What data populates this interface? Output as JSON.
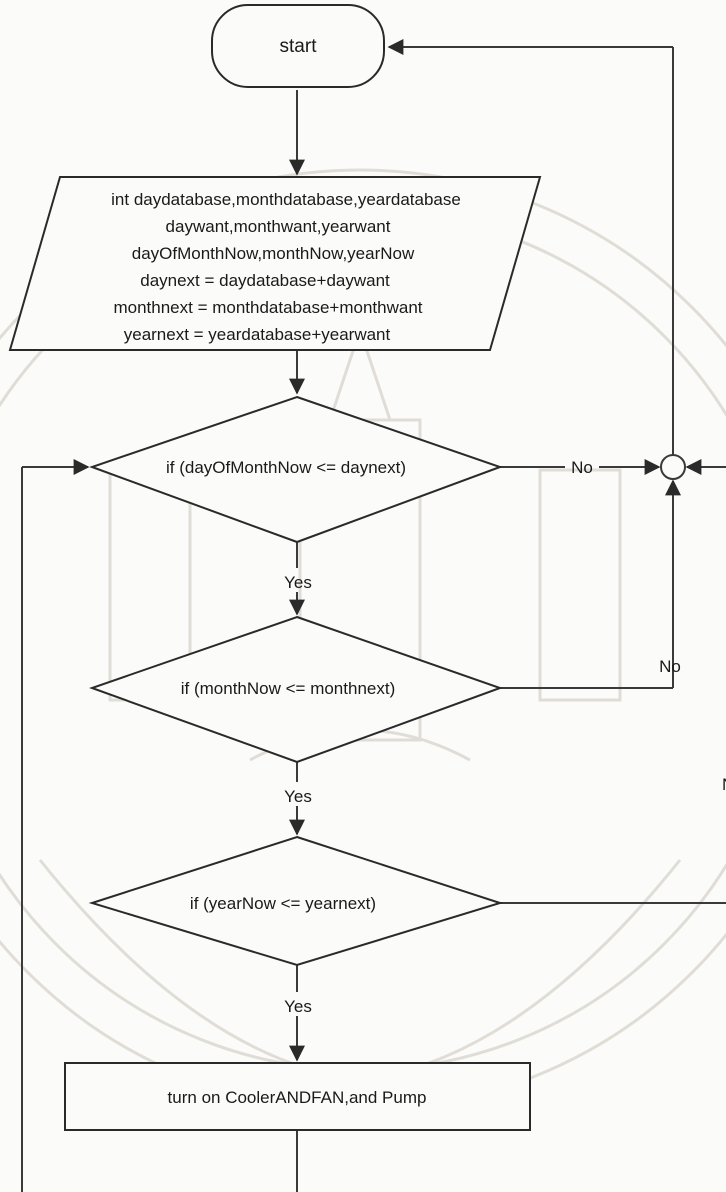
{
  "flowchart": {
    "start_label": "start",
    "declaration_lines": [
      "int daydatabase,monthdatabase,yeardatabase",
      "daywant,monthwant,yearwant",
      "dayOfMonthNow,monthNow,yearNow",
      "daynext = daydatabase+daywant",
      "monthnext = monthdatabase+monthwant",
      "yearnext = yeardatabase+yearwant"
    ],
    "decision_day": "if (dayOfMonthNow <= daynext)",
    "decision_month": "if (monthNow <= monthnext)",
    "decision_year": "if (yearNow <= yearnext)",
    "yes_label": "Yes",
    "no_label": "No",
    "no_partial": "N",
    "action_label": "turn on CoolerANDFAN,and Pump"
  },
  "colors": {
    "line": "#3a3a3a",
    "watermark": "#d8d4cc"
  }
}
